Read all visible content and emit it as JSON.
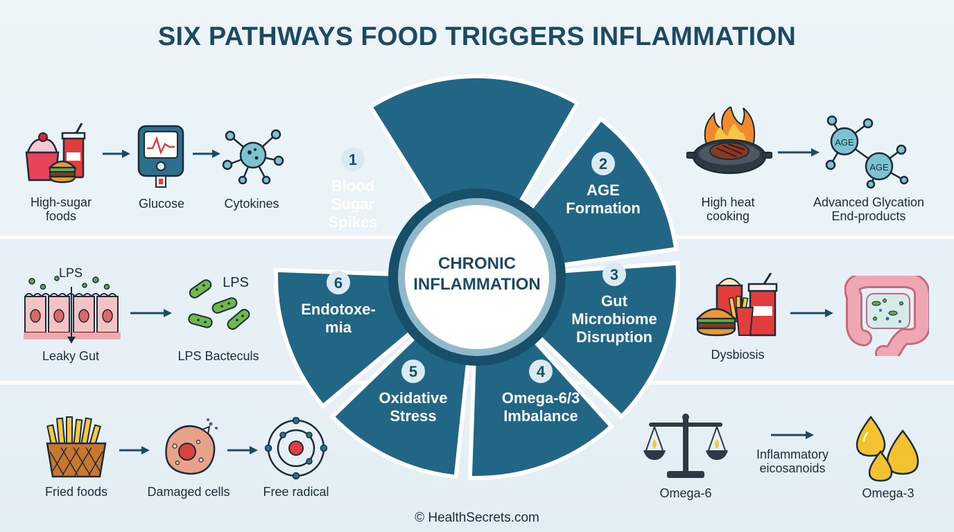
{
  "title": "SIX PATHWAYS FOOD TRIGGERS INFLAMMATION",
  "center": {
    "line1": "CHRONIC",
    "line2": "INFLAMMATION"
  },
  "pathways": [
    {
      "num": "1",
      "lines": [
        "Blood",
        "Sugar",
        "Spikes"
      ]
    },
    {
      "num": "2",
      "lines": [
        "AGE",
        "Formation"
      ]
    },
    {
      "num": "3",
      "lines": [
        "Gut",
        "Microbiome",
        "Disruption"
      ]
    },
    {
      "num": "4",
      "lines": [
        "Omega-6/3",
        "Imbalance"
      ]
    },
    {
      "num": "5",
      "lines": [
        "Oxidative",
        "Stress"
      ]
    },
    {
      "num": "6",
      "lines": [
        "Endotoxe-",
        "mia"
      ]
    }
  ],
  "left": {
    "row1": {
      "a": [
        "High-sugar",
        "foods"
      ],
      "b": [
        "Glucose"
      ],
      "c": [
        "Cytokines"
      ]
    },
    "row2": {
      "a": [
        "Leaky Gut"
      ],
      "lps_tag": "LPS",
      "lps_tag2": "LPS",
      "b": [
        "LPS Bacteculs"
      ]
    },
    "row3": {
      "a": [
        "Fried foods"
      ],
      "b": [
        "Damaged cells"
      ],
      "c": [
        "Free radical"
      ]
    }
  },
  "right": {
    "row1": {
      "a": [
        "High heat",
        "cooking"
      ],
      "b": [
        "Advanced Glycation",
        "End-products"
      ],
      "age_tag": "AGE"
    },
    "row2": {
      "a": [
        "Dysbiosis"
      ]
    },
    "row3": {
      "a": [
        "Omega-6"
      ],
      "b": [
        "Inflammatory",
        "eicosanoids"
      ],
      "c": [
        "Omega-3"
      ]
    }
  },
  "footer": "© HealthSecrets.com",
  "colors": {
    "wedge": "#226686",
    "wedge_dark": "#174f6a",
    "ring": "#8fb8cb",
    "title": "#1d4a63",
    "arrow": "#1d4a63"
  }
}
